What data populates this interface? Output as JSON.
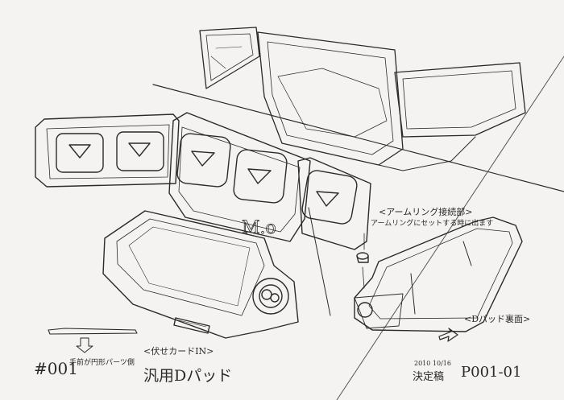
{
  "sheet": {
    "model_number": "#001",
    "side_note": "手前が円形パーツ側",
    "product_name": "汎用Dパッド",
    "card_slot_label": "<伏せカードIN>",
    "arm_ring_label": "<アームリング接続部>",
    "arm_ring_note": "アームリングにセットする時に出ます",
    "back_label": "<Dパッド裏面>",
    "date": "2010 10/16",
    "status": "決定稿",
    "page_code": "P001-01"
  },
  "colors": {
    "paper": "#f4f3f1",
    "ink": "#2a2a2a"
  }
}
